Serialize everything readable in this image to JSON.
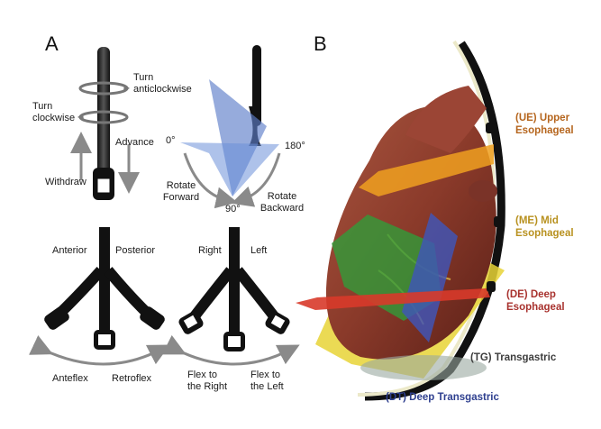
{
  "panel_a": {
    "letter": "A",
    "turn_anticlockwise": [
      "Turn",
      "anticlockwise"
    ],
    "turn_clockwise": [
      "Turn",
      "clockwise"
    ],
    "advance": "Advance",
    "withdraw": "Withdraw",
    "angle_0": "0°",
    "angle_180": "180°",
    "angle_90": "90°",
    "rotate_forward": [
      "Rotate",
      "Forward"
    ],
    "rotate_backward": [
      "Rotate",
      "Backward"
    ],
    "anterior": "Anterior",
    "posterior": "Posterior",
    "anteflex": "Anteflex",
    "retroflex": "Retroflex",
    "right": "Right",
    "left": "Left",
    "flex_right": [
      "Flex to",
      "the Right"
    ],
    "flex_left": [
      "Flex to",
      "the Left"
    ]
  },
  "panel_b": {
    "letter": "B",
    "views": [
      {
        "label": [
          "(UE) Upper",
          "Esophageal"
        ],
        "color": "#b5651d"
      },
      {
        "label": [
          "(ME) Mid",
          "Esophageal"
        ],
        "color": "#b8911f"
      },
      {
        "label": [
          "(DE) Deep",
          "Esophageal"
        ],
        "color": "#a8322e"
      },
      {
        "label": [
          "(TG) Transgastric"
        ],
        "color": "#3d3d3d"
      },
      {
        "label": [
          "(DT) Deep Transgastric"
        ],
        "color": "#2e3f8f"
      }
    ]
  }
}
